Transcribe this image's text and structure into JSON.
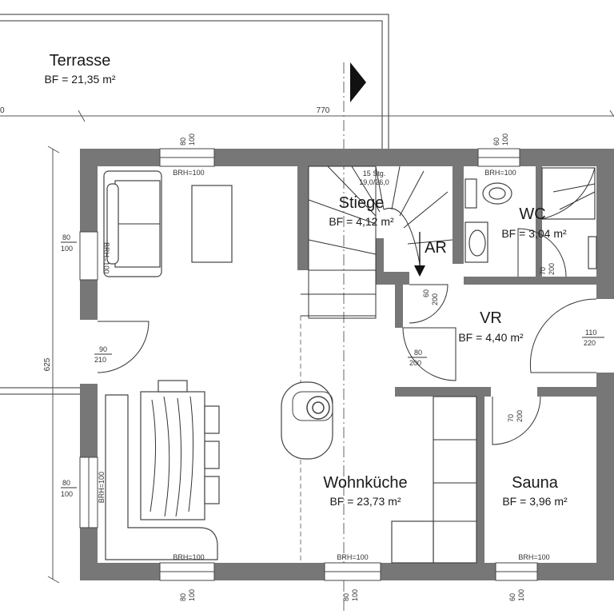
{
  "rooms": {
    "terrasse": {
      "name": "Terrasse",
      "area": "BF = 21,35 m²"
    },
    "stiege": {
      "name": "Stiege",
      "area": "BF = 4,12 m²"
    },
    "wc": {
      "name": "WC",
      "area": "BF = 3,04 m²"
    },
    "ar": {
      "name": "AR"
    },
    "vr": {
      "name": "VR",
      "area": "BF = 4,40 m²"
    },
    "wohnkueche": {
      "name": "Wohnküche",
      "area": "BF = 23,73 m²"
    },
    "sauna": {
      "name": "Sauna",
      "area": "BF = 3,96 m²"
    }
  },
  "dimensions": {
    "width_top": "770",
    "height_left": "625",
    "left_edge_fragment": "0"
  },
  "stairs": {
    "steps": "15 Stg.",
    "ratio": "19,0/26,0"
  },
  "brh": {
    "top_left": "BRH=100",
    "top_right": "BRH=100",
    "left_lower": "BRH=100",
    "left_upper": "BRH=100",
    "bottom_left": "BRH=100",
    "bottom_mid": "BRH=100",
    "bottom_right": "BRH=100"
  },
  "openings": {
    "top_left_w": "80",
    "top_left_h": "100",
    "top_right_w": "60",
    "top_right_h": "100",
    "left_upper_w": "80",
    "left_upper_h": "100",
    "left_door_w": "90",
    "left_door_h": "210",
    "left_lower_w": "80",
    "left_lower_h": "100",
    "ar_door_w": "60",
    "ar_door_h": "200",
    "wc_door_w": "70",
    "wc_door_h": "200",
    "vr_door_w": "80",
    "vr_door_h": "200",
    "entry_door_w": "110",
    "entry_door_h": "220",
    "sauna_door_w": "70",
    "sauna_door_h": "200",
    "bottom_left_w": "80",
    "bottom_left_h": "100",
    "bottom_mid_w": "80",
    "bottom_mid_h": "100",
    "bottom_right_w": "60",
    "bottom_right_h": "100"
  }
}
